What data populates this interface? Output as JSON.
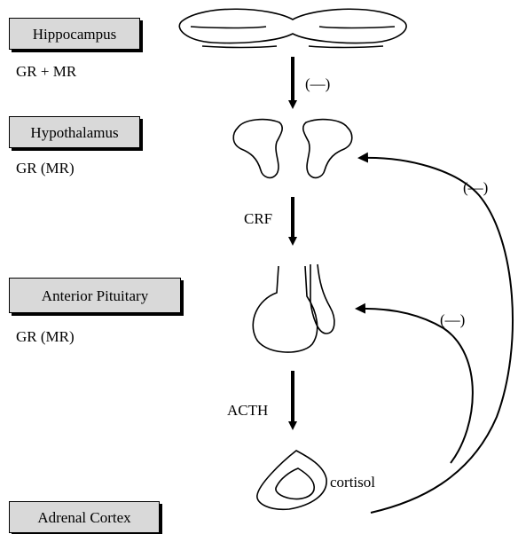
{
  "regions": [
    {
      "name": "Hippocampus",
      "receptors": "GR + MR"
    },
    {
      "name": "Hypothalamus",
      "receptors": "GR (MR)"
    },
    {
      "name": "Anterior Pituitary",
      "receptors": "GR (MR)"
    },
    {
      "name": "Adrenal Cortex",
      "receptors": ""
    }
  ],
  "arrows": {
    "hippocampus_to_hypothalamus": "(—)",
    "hypothalamus_to_pituitary": "CRF",
    "pituitary_to_adrenal": "ACTH"
  },
  "feedback": {
    "to_hypothalamus": "(—)",
    "to_pituitary": "(—)"
  },
  "hormone": "cortisol"
}
